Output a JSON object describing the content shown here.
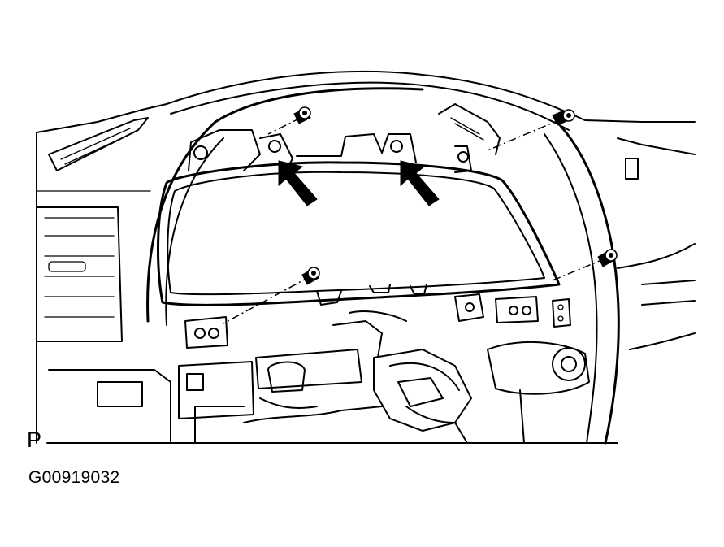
{
  "figure": {
    "view_letter": "P",
    "figure_code": "G00919032"
  },
  "illustration": {
    "subject": "instrument-panel-cluster-removal",
    "stroke_color": "#000000",
    "background_color": "#ffffff",
    "callout_arrow_count": 2,
    "screw_count": 4
  }
}
